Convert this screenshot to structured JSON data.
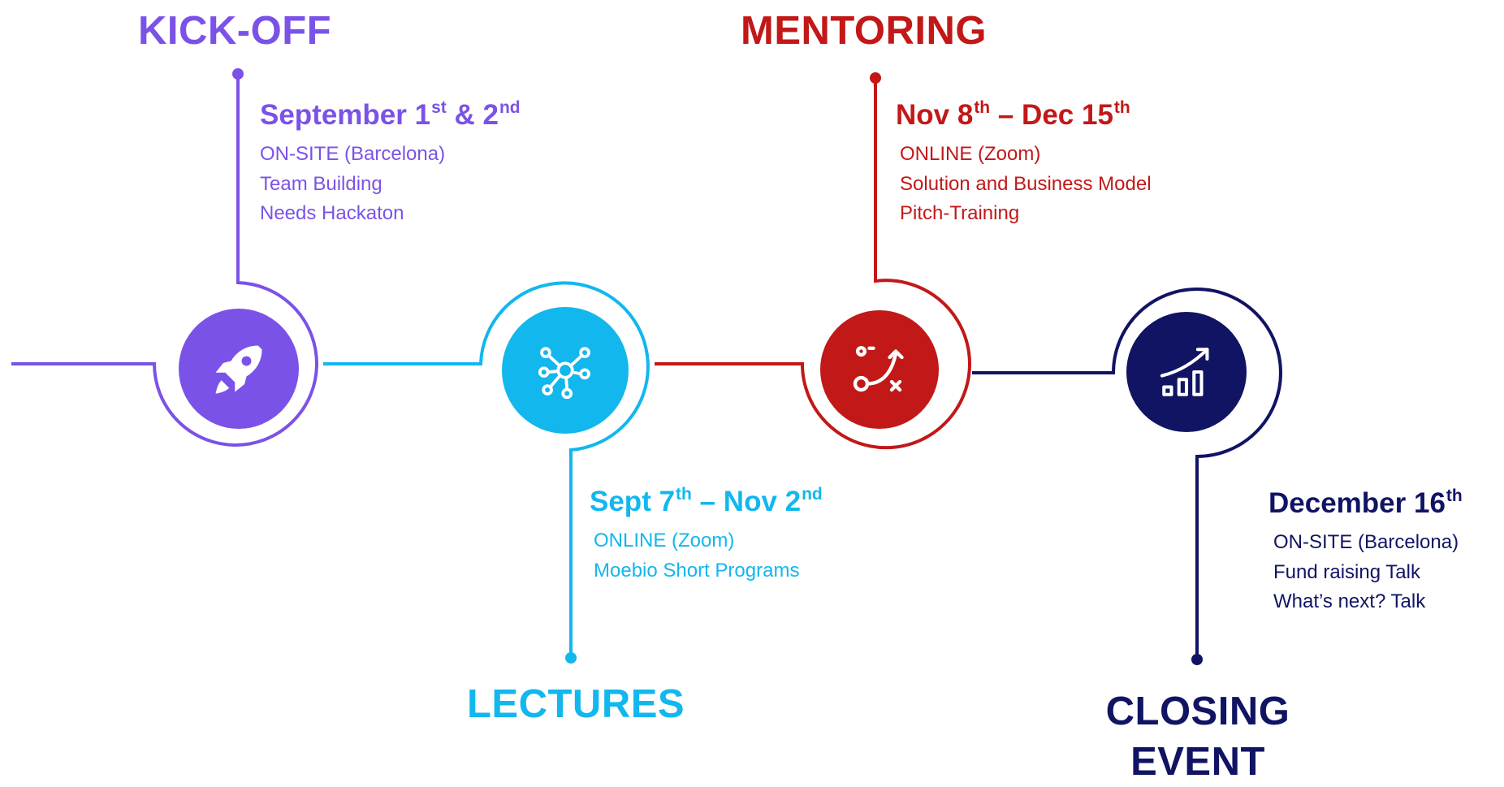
{
  "colors": {
    "kickoff": "#7b52e8",
    "lectures": "#12b7ee",
    "mentoring": "#c21818",
    "closing": "#111463"
  },
  "stages": [
    {
      "id": "kickoff",
      "title": "KICK-OFF",
      "date": {
        "parts": [
          {
            "t": "September 1"
          },
          {
            "sup": "st"
          },
          {
            "t": " & 2"
          },
          {
            "sup": "nd"
          }
        ]
      },
      "details": [
        "ON-SITE (Barcelona)",
        "Team Building",
        "Needs Hackaton"
      ],
      "icon": "rocket-icon"
    },
    {
      "id": "lectures",
      "title": "LECTURES",
      "date": {
        "parts": [
          {
            "t": "Sept 7"
          },
          {
            "sup": "th"
          },
          {
            "t": " – Nov 2"
          },
          {
            "sup": "nd"
          }
        ]
      },
      "details": [
        "ONLINE (Zoom)",
        "Moebio Short Programs"
      ],
      "icon": "network-hub-icon"
    },
    {
      "id": "mentoring",
      "title": "MENTORING",
      "date": {
        "parts": [
          {
            "t": "Nov 8"
          },
          {
            "sup": "th"
          },
          {
            "t": " – Dec 15"
          },
          {
            "sup": "th"
          }
        ]
      },
      "details": [
        "ONLINE (Zoom)",
        "Solution and Business Model",
        "Pitch-Training"
      ],
      "icon": "strategy-play-icon"
    },
    {
      "id": "closing",
      "title_lines": [
        "CLOSING",
        "EVENT"
      ],
      "date": {
        "parts": [
          {
            "t": "December 16"
          },
          {
            "sup": "th"
          }
        ]
      },
      "details": [
        "ON-SITE (Barcelona)",
        "Fund raising Talk",
        "What’s next? Talk"
      ],
      "icon": "growth-chart-icon"
    }
  ]
}
